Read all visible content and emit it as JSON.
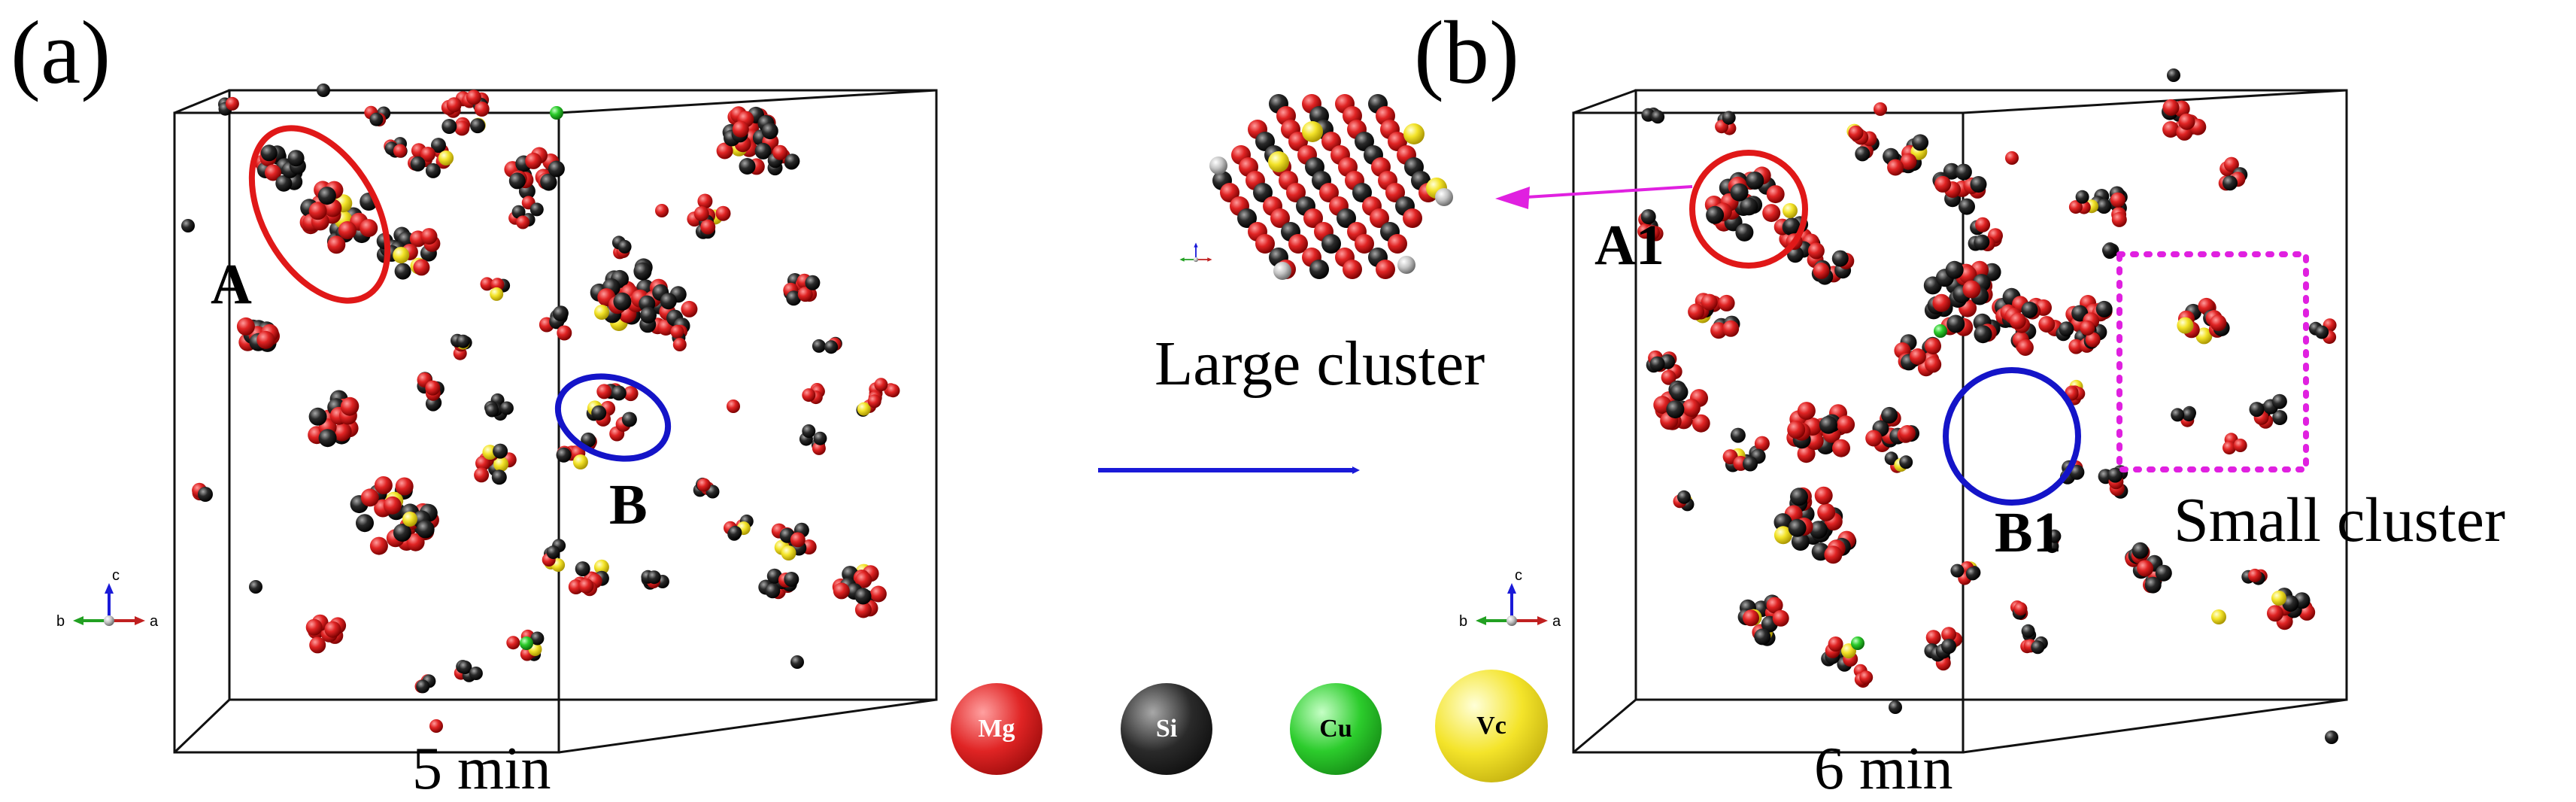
{
  "panels": [
    {
      "label": "(a)",
      "time": "5 min",
      "markers": [
        {
          "text": "A",
          "color": "#e01818"
        },
        {
          "text": "B",
          "color": "#1414c8"
        }
      ]
    },
    {
      "label": "(b)",
      "time": "6 min",
      "markers": [
        {
          "text": "A1",
          "color": "#e01818"
        },
        {
          "text": "B1",
          "color": "#1414c8"
        }
      ]
    }
  ],
  "inset": {
    "caption": "Large cluster"
  },
  "small_cluster": {
    "caption": "Small cluster",
    "box_color": "#e020e0"
  },
  "legend": [
    {
      "symbol": "Mg",
      "color": "#e02020"
    },
    {
      "symbol": "Si",
      "color": "#111111"
    },
    {
      "symbol": "Cu",
      "color": "#22c022"
    },
    {
      "symbol": "Vc",
      "color": "#f0e020"
    }
  ],
  "axes_triad": [
    "c",
    "b",
    "a"
  ],
  "colors": {
    "arrow_process": "#1a1ad8",
    "arrow_inset": "#e020e0"
  }
}
